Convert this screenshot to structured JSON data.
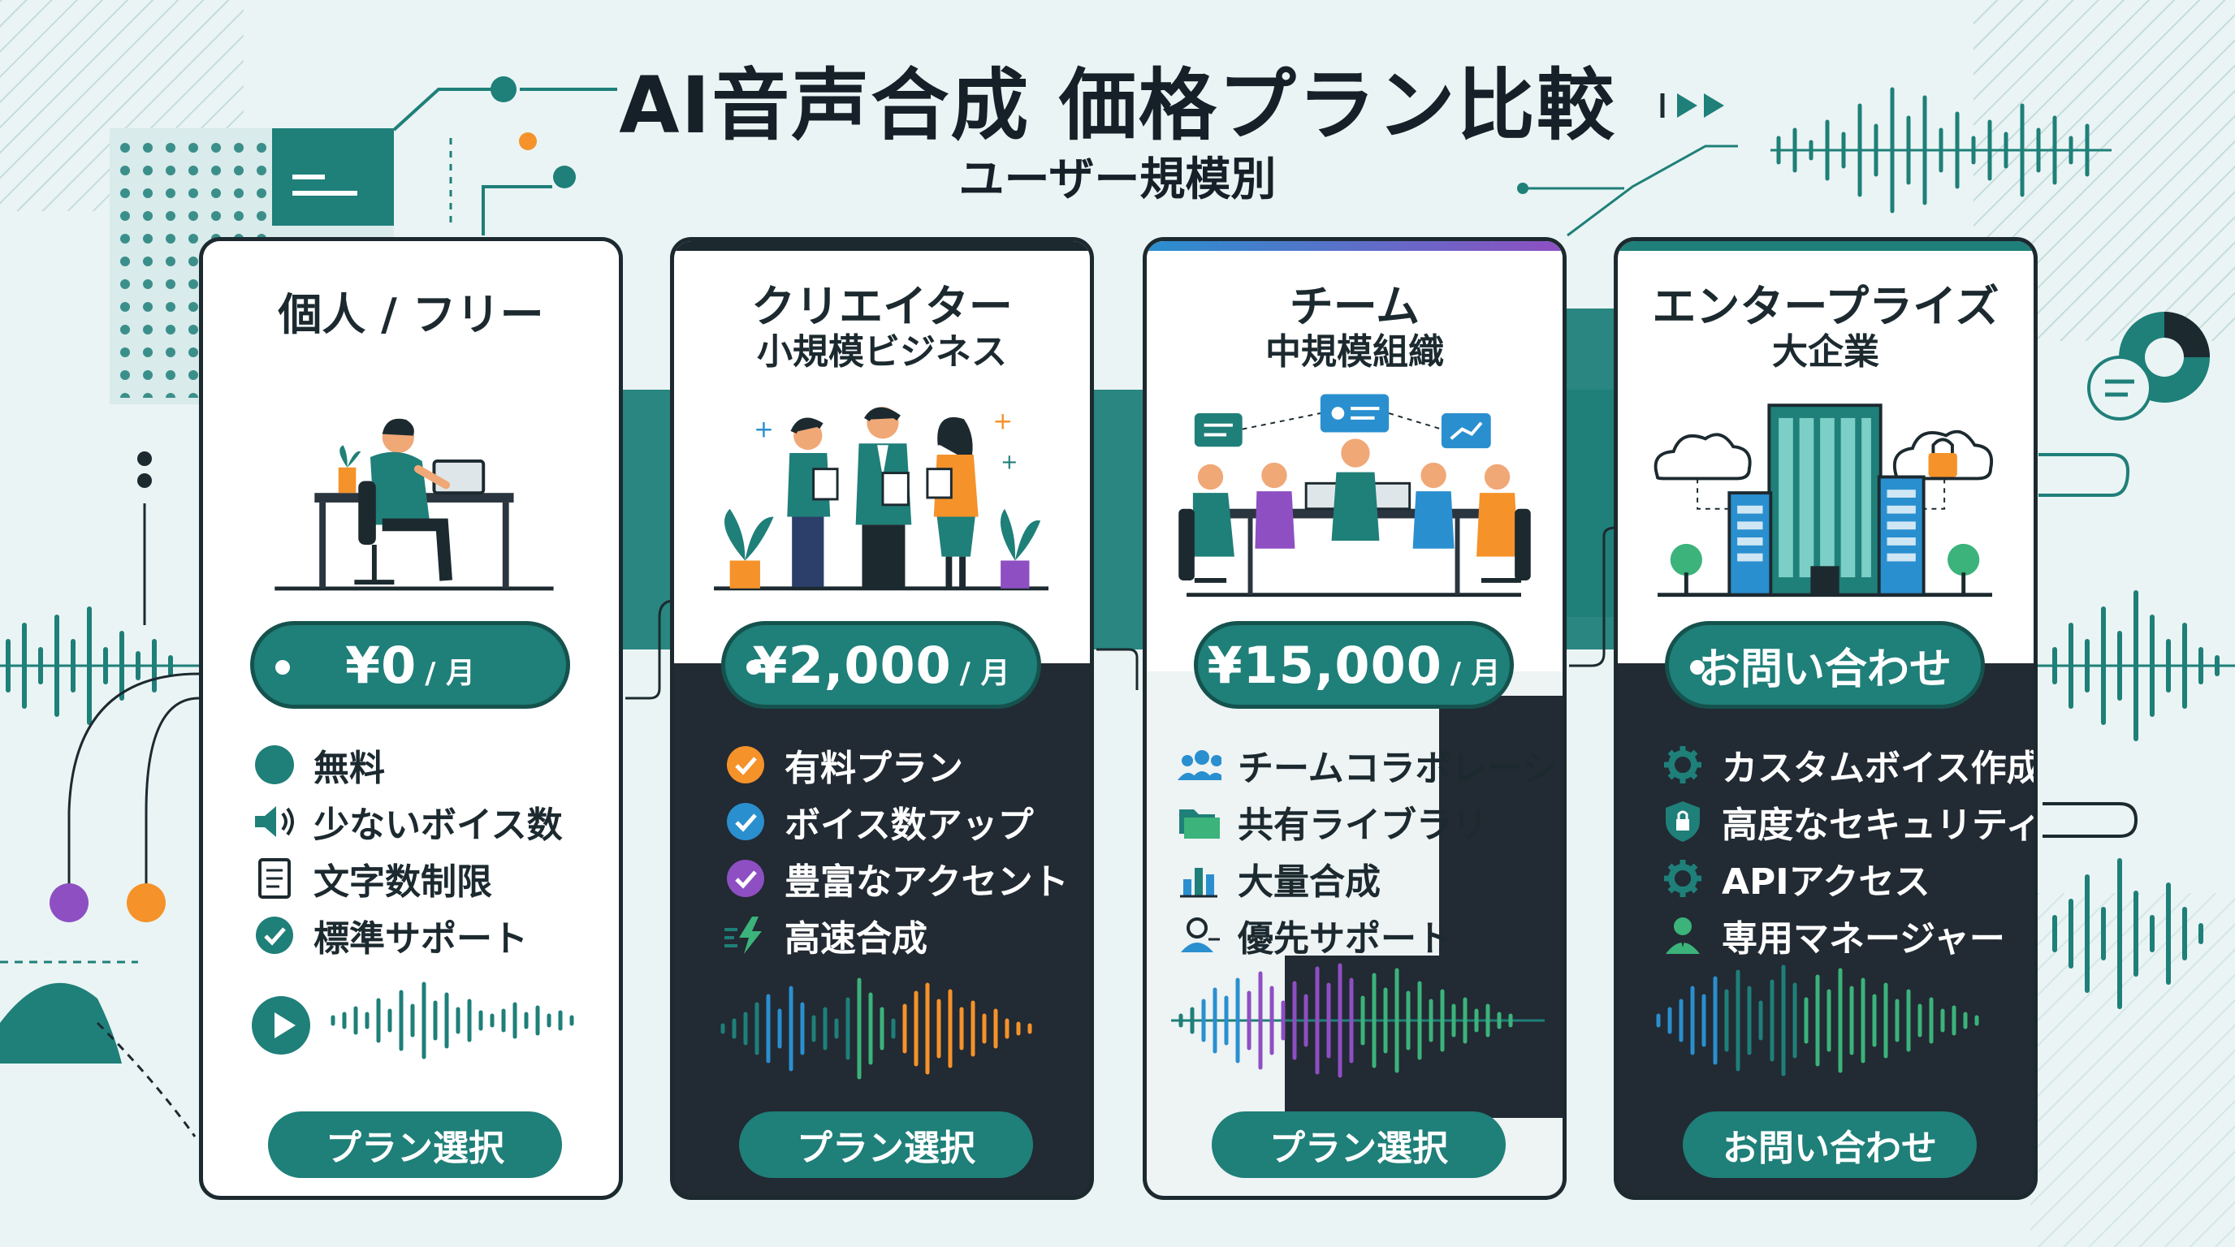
{
  "title": "AI音声合成 価格プラン比較",
  "subtitle": "ユーザー規模別",
  "colors": {
    "teal": "#1f7f79",
    "dark": "#222a33",
    "orange": "#f5922a",
    "purple": "#8e4fc2",
    "blue": "#2a8fcf",
    "green": "#3bb37a"
  },
  "plans": [
    {
      "name": "個人 / フリー",
      "sub": "",
      "price": "¥0",
      "unit": "/ 月",
      "features": [
        {
          "label": "無料",
          "icon": "teal-dot-icon"
        },
        {
          "label": "少ないボイス数",
          "icon": "speaker-icon"
        },
        {
          "label": "文字数制限",
          "icon": "document-icon"
        },
        {
          "label": "標準サポート",
          "icon": "check-circle-icon"
        }
      ],
      "button": "プラン選択"
    },
    {
      "name": "クリエイター",
      "sub": "小規模ビジネス",
      "price": "¥2,000",
      "unit": "/ 月",
      "features": [
        {
          "label": "有料プラン",
          "icon": "orange-check-icon"
        },
        {
          "label": "ボイス数アップ",
          "icon": "blue-check-icon"
        },
        {
          "label": "豊富なアクセント",
          "icon": "purple-check-icon"
        },
        {
          "label": "高速合成",
          "icon": "lightning-icon"
        }
      ],
      "button": "プラン選択"
    },
    {
      "name": "チーム",
      "sub": "中規模組織",
      "price": "¥15,000",
      "unit": "/ 月",
      "features": [
        {
          "label": "チームコラボレーション",
          "icon": "team-icon"
        },
        {
          "label": "共有ライブラリ",
          "icon": "folder-icon"
        },
        {
          "label": "大量合成",
          "icon": "bar-chart-icon"
        },
        {
          "label": "優先サポート",
          "icon": "support-user-icon"
        }
      ],
      "button": "プラン選択"
    },
    {
      "name": "エンタープライズ",
      "sub": "大企業",
      "price": "お問い合わせ",
      "unit": "",
      "features": [
        {
          "label": "カスタムボイス作成",
          "icon": "gear-icon"
        },
        {
          "label": "高度なセキュリティ",
          "icon": "shield-lock-icon"
        },
        {
          "label": "APIアクセス",
          "icon": "gear-icon"
        },
        {
          "label": "専用マネージャー",
          "icon": "manager-icon"
        }
      ],
      "button": "お問い合わせ"
    }
  ]
}
